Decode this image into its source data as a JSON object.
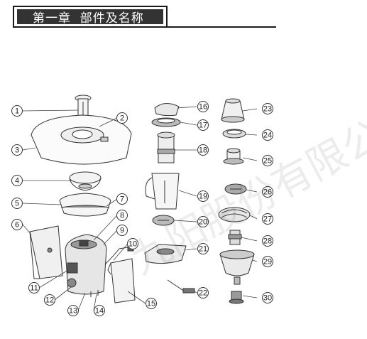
{
  "header": {
    "title": "第一章  部件及名称"
  },
  "watermark": {
    "text": "九阳股份有限公司"
  },
  "diagram": {
    "part_numbers": [
      "1",
      "2",
      "3",
      "4",
      "5",
      "6",
      "7",
      "8",
      "9",
      "10",
      "11",
      "12",
      "13",
      "14",
      "15",
      "16",
      "17",
      "18",
      "19",
      "20",
      "21",
      "22",
      "23",
      "24",
      "25",
      "26",
      "27",
      "28",
      "29",
      "30"
    ]
  }
}
